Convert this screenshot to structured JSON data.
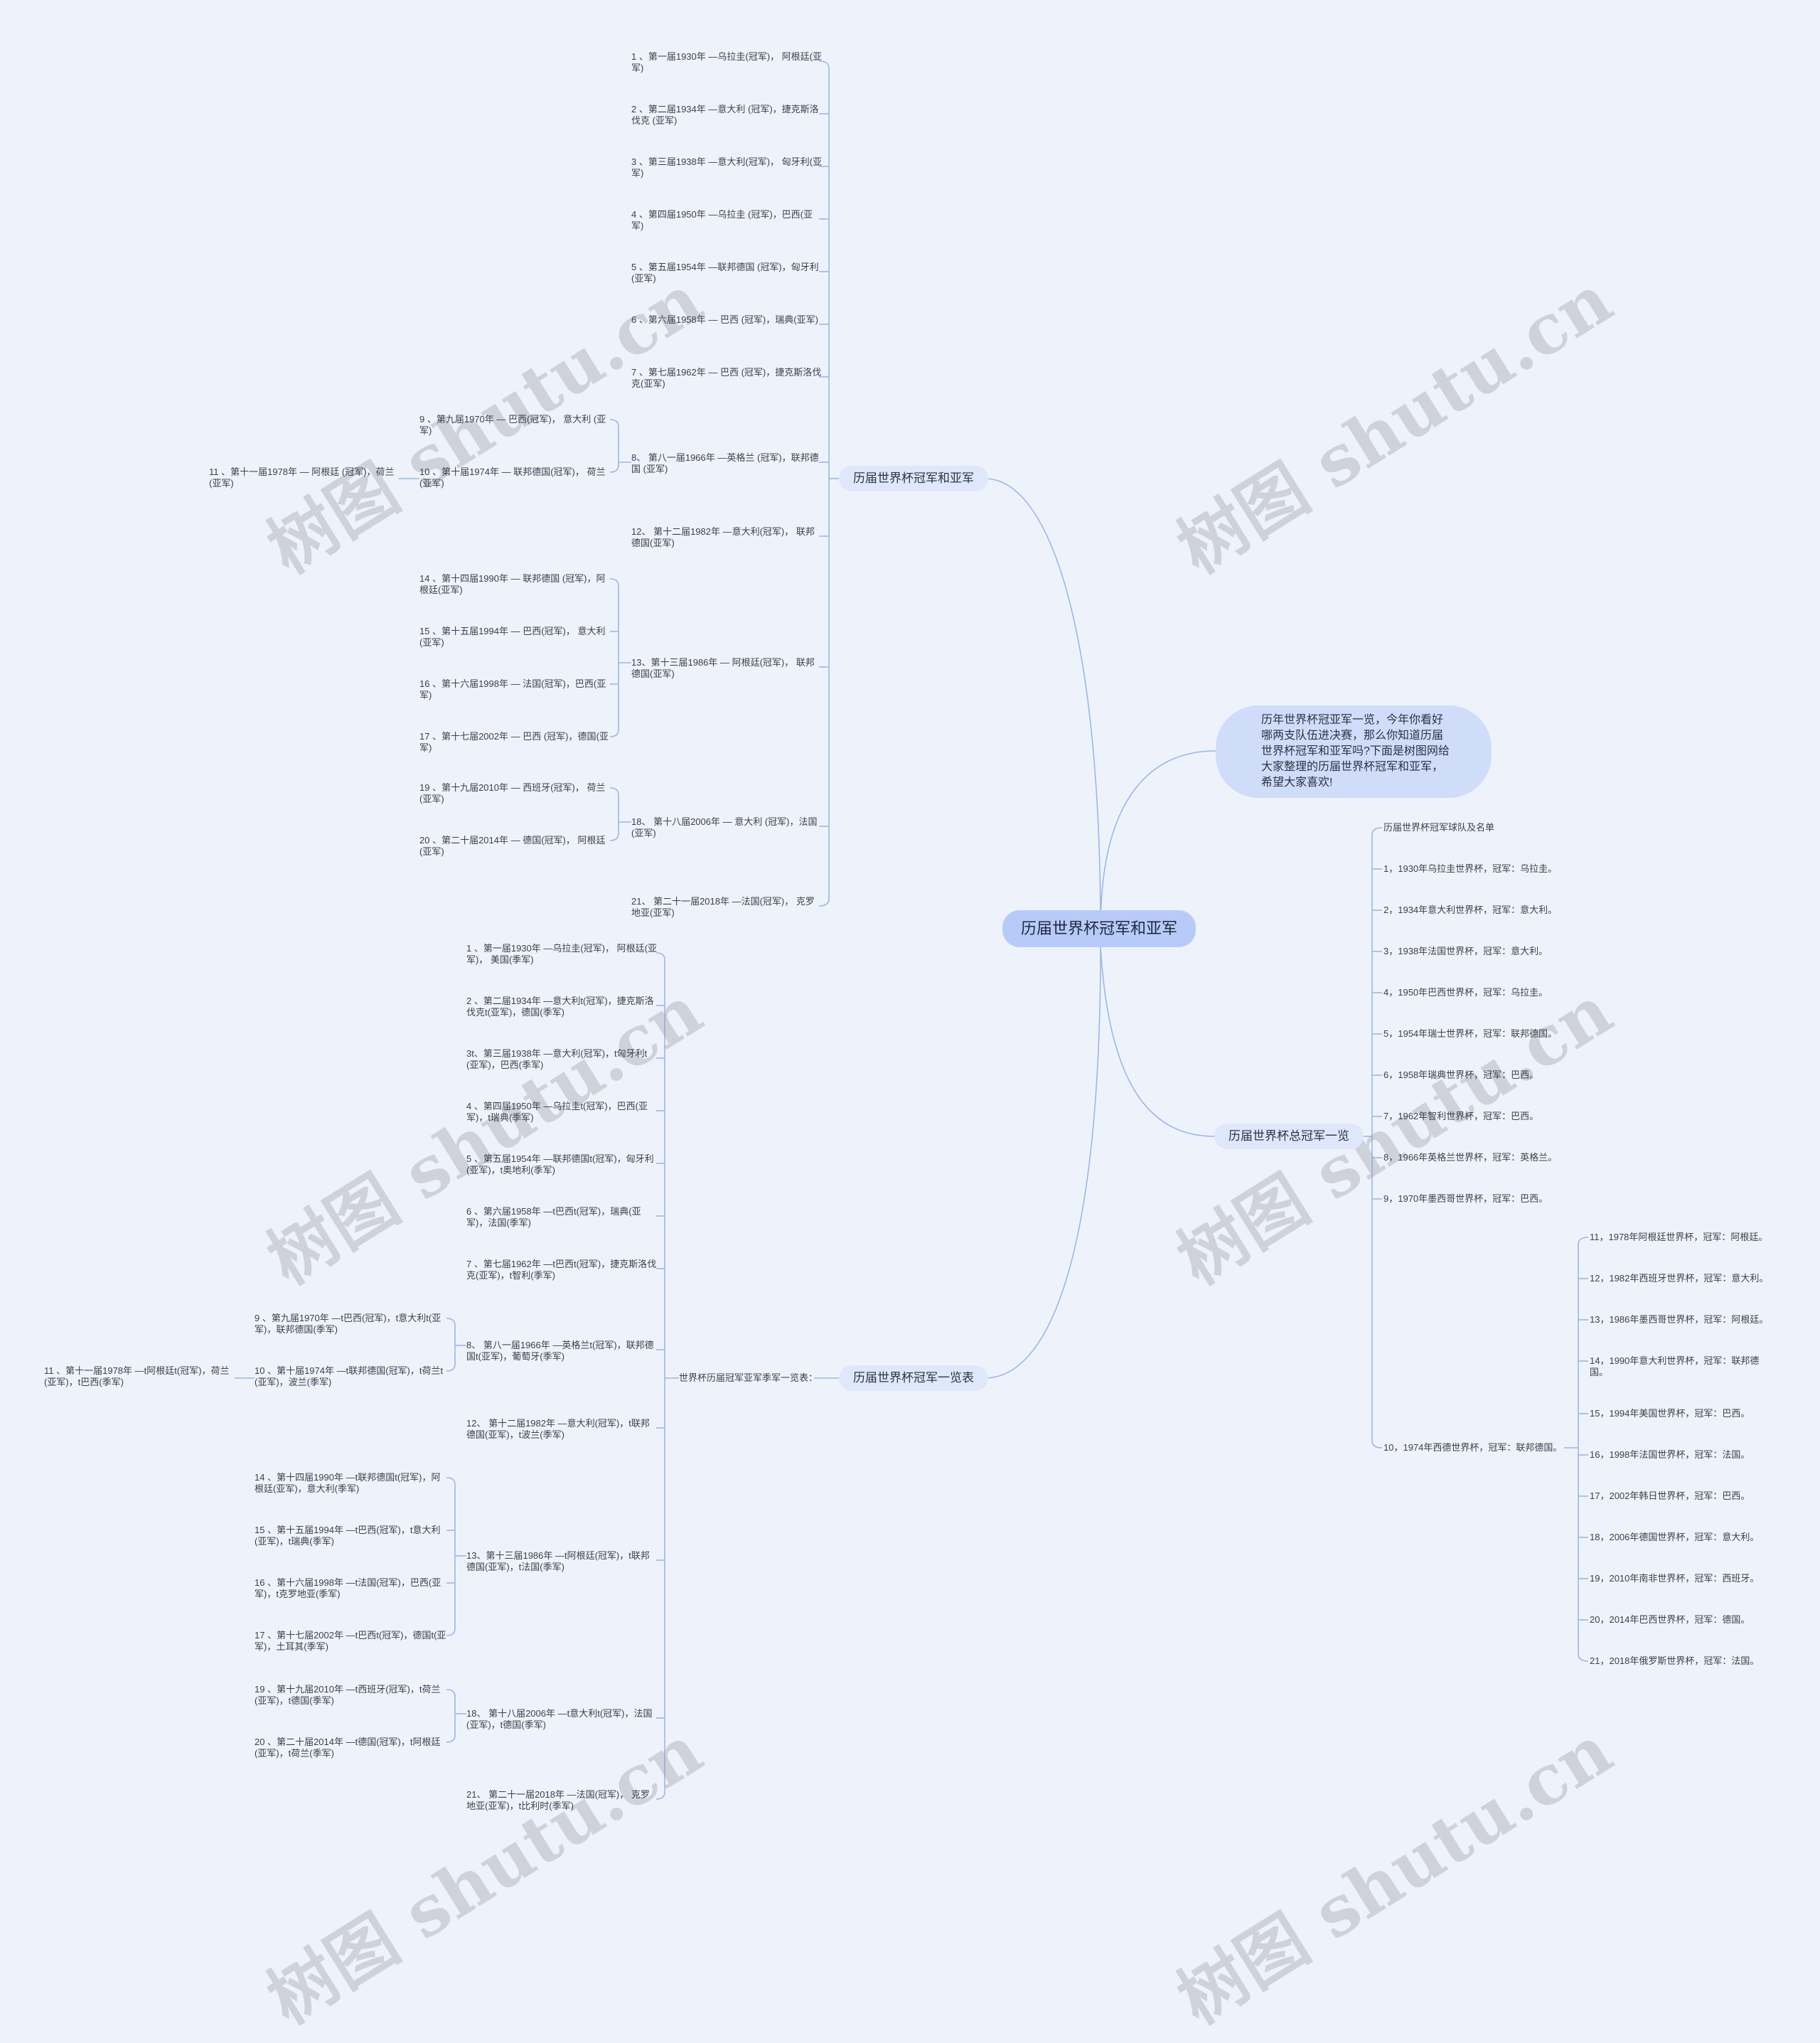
{
  "root": "历届世界杯冠军和亚军",
  "intro": "历年世界杯冠亚军一览，今年你看好哪两支队伍进决赛，那么你知道历届世界杯冠军和亚军吗?下面是树图网给大家整理的历届世界杯冠军和亚军，希望大家喜欢!",
  "watermark": "树图 shutu.cn",
  "b1": {
    "label": "历届世界杯冠军和亚军",
    "items": [
      "1 、第一届1930年 —乌拉圭(冠军)，  阿根廷(亚军)",
      "2 、第二届1934年 —意大利 (冠军)，捷克斯洛伐克 (亚军)",
      "3 、第三届1938年 —意大利(冠军)，  匈牙利(亚军)",
      "4 、第四届1950年 —乌拉圭 (冠军)，巴西(亚军)",
      "5 、第五届1954年 —联邦德国 (冠军)，匈牙利(亚军)",
      "6 、第六届1958年 — 巴西 (冠军)，瑞典(亚军)",
      "7 、第七届1962年 — 巴西 (冠军)，捷克斯洛伐克(亚军)",
      "8、 第八一届1966年 —英格兰 (冠军)，联邦德国 (亚军)",
      "12、  第十二届1982年 —意大利(冠军)，  联邦德国(亚军)",
      "13、第十三届1986年 — 阿根廷(冠军)，  联邦德国(亚军)",
      "18、  第十八届2006年 — 意大利 (冠军)，法国(亚军)",
      "21、  第二十一届2018年 —法国(冠军)，  克罗地亚(亚军)"
    ],
    "sub8": [
      "9 、第九届1970年 — 巴西(冠军)，  意大利 (亚军)",
      "10 、第十届1974年 — 联邦德国(冠军)，  荷兰 (亚军)"
    ],
    "sub10": "11 、第十一届1978年 — 阿根廷 (冠军)，荷兰(亚军)",
    "sub13": [
      "14 、第十四届1990年 — 联邦德国 (冠军)，阿根廷(亚军)",
      "15 、第十五届1994年 — 巴西(冠军)，  意大利(亚军)",
      "16 、第十六届1998年 — 法国(冠军)，巴西(亚军)",
      "17 、第十七届2002年 — 巴西 (冠军)，德国(亚军)"
    ],
    "sub18": [
      "19 、第十九届2010年 — 西班牙(冠军)，  荷兰(亚军)",
      "20 、第二十届2014年 — 德国(冠军)，  阿根廷(亚军)"
    ]
  },
  "b2": {
    "label": "历届世界杯冠军一览表",
    "mid": "世界杯历届冠军亚军季军一览表：",
    "items": [
      "1 、第一届1930年 —乌拉圭(冠军)，  阿根廷(亚军)，  美国(季军)",
      "2 、第二届1934年 —意大利t(冠军)，捷克斯洛伐克t(亚军)，德国(季军)",
      "3t、第三届1938年 —意大利(冠军)，t匈牙利t(亚军)，巴西(季军)",
      "4 、第四届1950年 —乌拉圭t(冠军)，巴西(亚军)，t瑞典(季军)",
      "5 、第五届1954年 —联邦德国t(冠军)，匈牙利(亚军)，t奥地利(季军)",
      "6 、第六届1958年 —t巴西t(冠军)，瑞典(亚军)，法国(季军)",
      "7 、第七届1962年 —t巴西t(冠军)，捷克斯洛伐克(亚军)，t智利(季军)",
      "8、 第八一届1966年 —英格兰t(冠军)，联邦德国t(亚军)，葡萄牙(季军)",
      "12、  第十二届1982年 —意大利(冠军)，t联邦德国(亚军)，t波兰(季军)",
      "13、第十三届1986年 —t阿根廷(冠军)，t联邦德国(亚军)，t法国(季军)",
      "18、  第十八届2006年 —t意大利t(冠军)，法国(亚军)，t德国(季军)",
      "21、  第二十一届2018年 —法国(冠军)，  克罗地亚(亚军)，t比利时(季军)"
    ],
    "sub8": [
      "9 、第九届1970年 —t巴西(冠军)，t意大利t(亚军)，联邦德国(季军)",
      "10 、第十届1974年 —t联邦德国(冠军)，t荷兰t(亚军)，波兰(季军)"
    ],
    "sub10": "11 、第十一届1978年 —t阿根廷t(冠军)，荷兰(亚军)，t巴西(季军)",
    "sub13": [
      "14 、第十四届1990年 —t联邦德国t(冠军)，阿根廷(亚军)，意大利(季军)",
      "15 、第十五届1994年 —t巴西(冠军)，t意大利(亚军)，t瑞典(季军)",
      "16 、第十六届1998年 —t法国(冠军)，巴西(亚军)，t克罗地亚(季军)",
      "17 、第十七届2002年 —t巴西t(冠军)，德国t(亚军)，土耳其(季军)"
    ],
    "sub18": [
      "19 、第十九届2010年 —t西班牙(冠军)，t荷兰(亚军)，t德国(季军)",
      "20 、第二十届2014年 —t德国(冠军)，t阿根廷(亚军)，t荷兰(季军)"
    ]
  },
  "b3": {
    "label": "历届世界杯总冠军一览",
    "items": [
      "历届世界杯冠军球队及名单",
      "1，1930年乌拉圭世界杯，冠军：乌拉圭。",
      "2，1934年意大利世界杯，冠军：意大利。",
      "3，1938年法国世界杯，冠军：意大利。",
      "4，1950年巴西世界杯，冠军：乌拉圭。",
      "5，1954年瑞士世界杯，冠军：联邦德国。",
      "6，1958年瑞典世界杯，冠军：巴西。",
      "7，1962年智利世界杯，冠军：巴西。",
      "8，1966年英格兰世界杯，冠军：英格兰。",
      "9，1970年墨西哥世界杯，冠军：巴西。",
      "10，1974年西德世界杯，冠军：联邦德国。"
    ],
    "sub10": [
      "11，1978年阿根廷世界杯，冠军：阿根廷。",
      "12，1982年西班牙世界杯，冠军：意大利。",
      "13，1986年墨西哥世界杯，冠军：阿根廷。",
      "14，1990年意大利世界杯，冠军：联邦德国。",
      "15，1994年美国世界杯，冠军：巴西。",
      "16，1998年法国世界杯，冠军：法国。",
      "17，2002年韩日世界杯，冠军：巴西。",
      "18，2006年德国世界杯，冠军：意大利。",
      "19，2010年南非世界杯，冠军：西班牙。",
      "20，2014年巴西世界杯，冠军：德国。",
      "21，2018年俄罗斯世界杯，冠军：法国。"
    ]
  },
  "colors": {
    "background": "#eef3fb",
    "line": "#9cb7e6",
    "root": "#b8cbf8",
    "branch": "#dfe8fb",
    "intro": "#cfdcfa"
  }
}
